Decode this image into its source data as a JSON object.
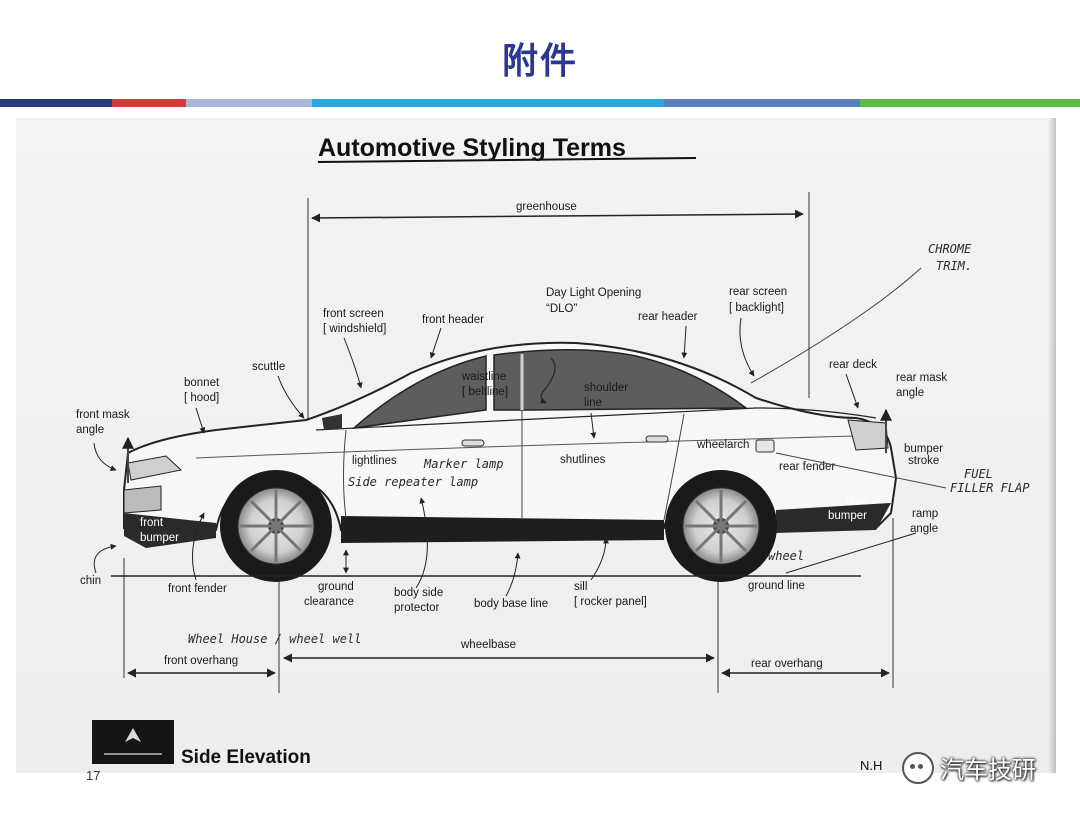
{
  "slide": {
    "title": "附件",
    "page_number": "17",
    "color_bar": [
      "#2e3a80",
      "#d9383a",
      "#a9b6d9",
      "#2aa7de",
      "#5a7dc2",
      "#5cb847"
    ]
  },
  "sheet": {
    "title": "Automotive Styling Terms",
    "view_label": "Side Elevation",
    "author_code": "N.H",
    "labels": {
      "greenhouse": "greenhouse",
      "dlo_line1": "Day Light Opening",
      "dlo_line2": "“DLO”",
      "front_screen_line1": "front screen",
      "front_screen_line2": "[ windshield]",
      "front_header": "front header",
      "rear_screen_line1": "rear screen",
      "rear_screen_line2": "[ backlight]",
      "rear_header": "rear header",
      "scuttle": "scuttle",
      "bonnet_line1": "bonnet",
      "bonnet_line2": "[ hood]",
      "front_mask_line1": "front mask",
      "front_mask_line2": "angle",
      "waistline_line1": "waistline",
      "waistline_line2": "[ beltline]",
      "shoulder_line1": "shoulder",
      "shoulder_line2": "line",
      "rear_deck": "rear deck",
      "rear_mask_line1": "rear mask",
      "rear_mask_line2": "angle",
      "lightlines": "lightlines",
      "shutlines": "shutlines",
      "wheelarch": "wheelarch",
      "rear_fender": "rear fender",
      "bumper_stroke_line1": "bumper",
      "bumper_stroke_line2": "stroke",
      "rear_bumper_line1": "rear",
      "rear_bumper_line2": "bumper",
      "ramp_angle_line1": "ramp",
      "ramp_angle_line2": "angle",
      "front_bumper_line1": "front",
      "front_bumper_line2": "bumper",
      "chin": "chin",
      "front_fender": "front fender",
      "ground_clearance_line1": "ground",
      "ground_clearance_line2": "clearance",
      "body_side_protector_line1": "body side",
      "body_side_protector_line2": "protector",
      "body_base_line": "body base line",
      "sill_line1": "sill",
      "sill_line2": "[ rocker panel]",
      "ground_line": "ground line",
      "wheelbase": "wheelbase",
      "front_overhang": "front overhang",
      "rear_overhang": "rear overhang"
    },
    "handwritten": {
      "chrome_trim_line1": "CHROME",
      "chrome_trim_line2": "TRIM.",
      "fuel_filler_line1": "FUEL",
      "fuel_filler_line2": "FILLER FLAP",
      "marker_lamp": "Marker lamp",
      "side_repeater": "Side repeater lamp",
      "wheel_house": "Wheel House / wheel well",
      "wheel": "wheel"
    }
  },
  "watermark": {
    "text": "汽车技研"
  }
}
